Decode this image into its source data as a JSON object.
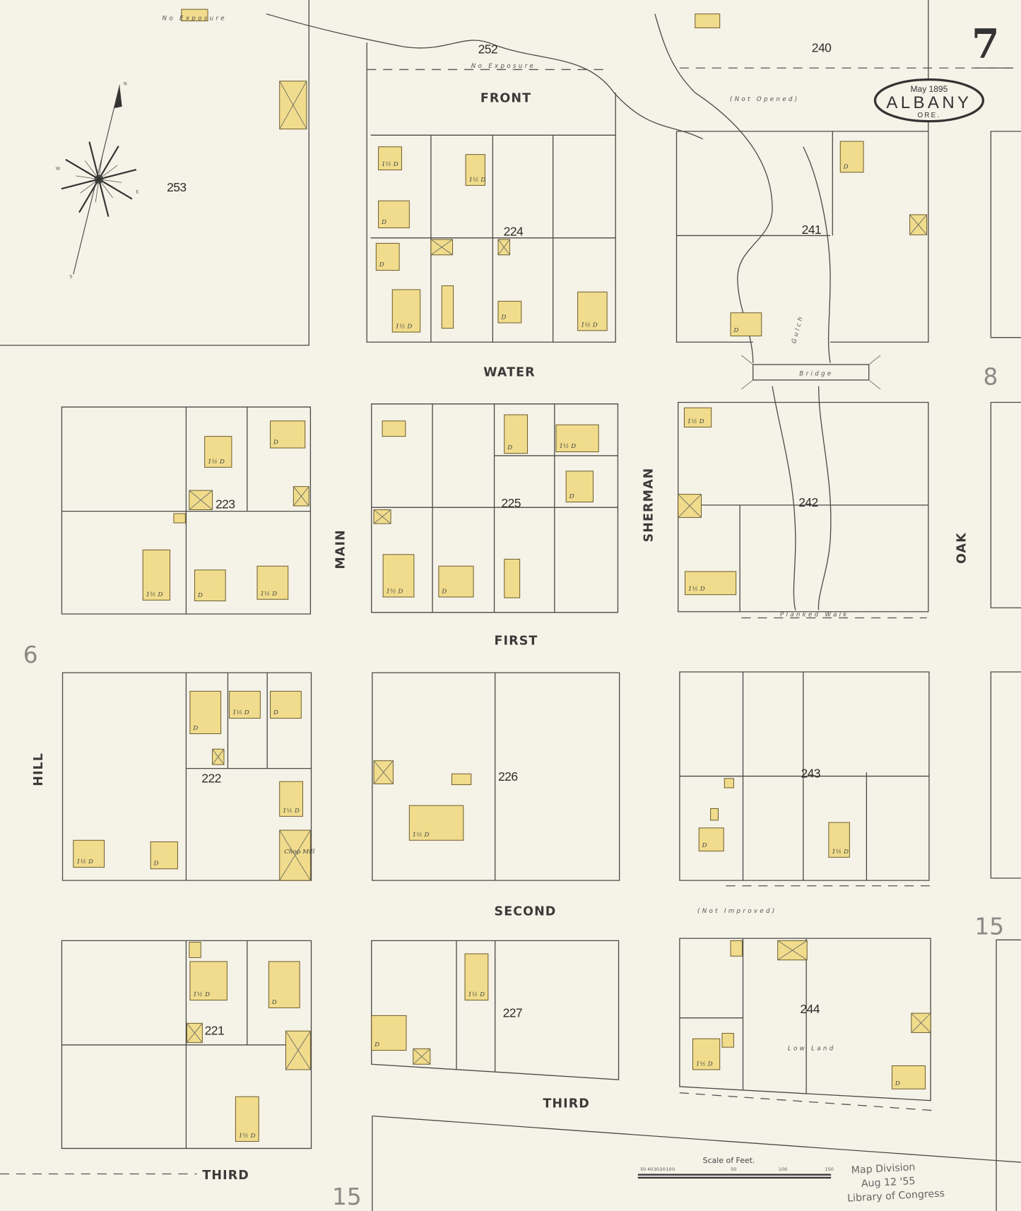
{
  "title": {
    "city": "ALBANY",
    "state": "ORE.",
    "date": "May 1895",
    "sheet_number": "7"
  },
  "adjacent_sheets": {
    "east": "8",
    "west": "6",
    "south_right": "15",
    "south_bottom": "15"
  },
  "streets": {
    "front": "FRONT",
    "water": "WATER",
    "first": "FIRST",
    "second": "SECOND",
    "third_a": "THIRD",
    "third_b": "THIRD",
    "main": "MAIN",
    "sherman": "SHERMAN",
    "oak": "OAK",
    "hill": "HILL"
  },
  "blocks": [
    "253",
    "252",
    "240",
    "224",
    "241",
    "223",
    "225",
    "242",
    "222",
    "226",
    "243",
    "221",
    "227",
    "244"
  ],
  "annotations": {
    "no_exposure_left": "No Exposure",
    "no_exposure_center": "No Exposure",
    "not_opened": "(Not Opened)",
    "bridge": "Bridge",
    "gulch": "Gulch",
    "chop_mill": "Chop Mill",
    "not_improved": "(Not Improved)",
    "low_land": "Low Land",
    "planked_walk": "Planked Walk",
    "dwelling": "D",
    "dwelling_1half": "1½ D"
  },
  "compass": {
    "n": "N",
    "s": "S",
    "e": "E",
    "w": "W"
  },
  "scale": {
    "title": "Scale of Feet.",
    "ticks": [
      "50",
      "40",
      "30",
      "20",
      "10",
      "0",
      "50",
      "100",
      "150"
    ]
  },
  "library_stamp": {
    "line1": "Map Division",
    "line2": "Aug 12 '55",
    "line3": "Library of Congress"
  },
  "colors": {
    "paper": "#f5f2e7",
    "frame_dwelling": "#f0dc8c",
    "ink": "#3a3a38"
  }
}
